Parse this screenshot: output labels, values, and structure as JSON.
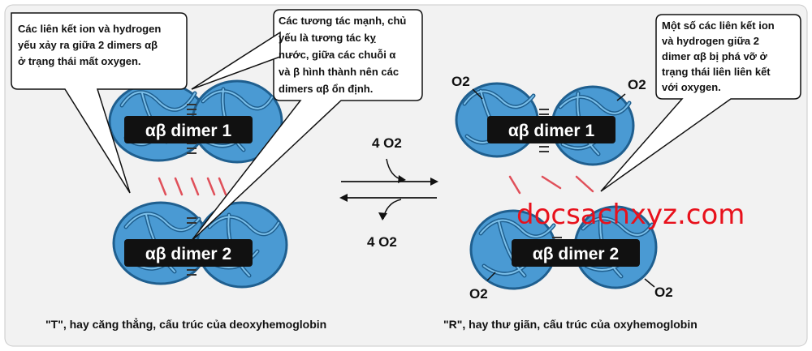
{
  "colors": {
    "panel_bg": "#f2f2f2",
    "protein": "#4a9ad3",
    "protein_dark": "#1f5f8f",
    "label_box": "#111111",
    "bond_dash": "#e0505a",
    "watermark": "#e8111c"
  },
  "callouts": {
    "left_top": [
      "Các liên kết ion và hydrogen",
      "yếu xảy ra giữa 2 dimers αβ",
      "ở trạng thái mất oxygen."
    ],
    "center_top": [
      "Các tương tác mạnh, chủ",
      "yếu là tương tác kỵ",
      "nước, giữa các chuỗi  α",
      "và  β  hình thành nên các",
      "dimers  αβ  ổn định."
    ],
    "right_top": [
      "Một số các liên kết ion",
      "và hydrogen giữa 2",
      "dimer  αβ bị phá vỡ ở",
      "trạng thái liên liên kết",
      "với oxygen."
    ]
  },
  "labels": {
    "dimer1": "αβ dimer 1",
    "dimer2": "αβ dimer 2",
    "o2": "O2",
    "o2_in": "4 O2",
    "o2_out": "4 O2"
  },
  "captions": {
    "left": "\"T\", hay căng thẳng, cấu trúc của deoxyhemoglobin",
    "right": "\"R\", hay thư giãn, cấu trúc của oxyhemoglobin"
  },
  "watermark": "docsachxyz.com"
}
